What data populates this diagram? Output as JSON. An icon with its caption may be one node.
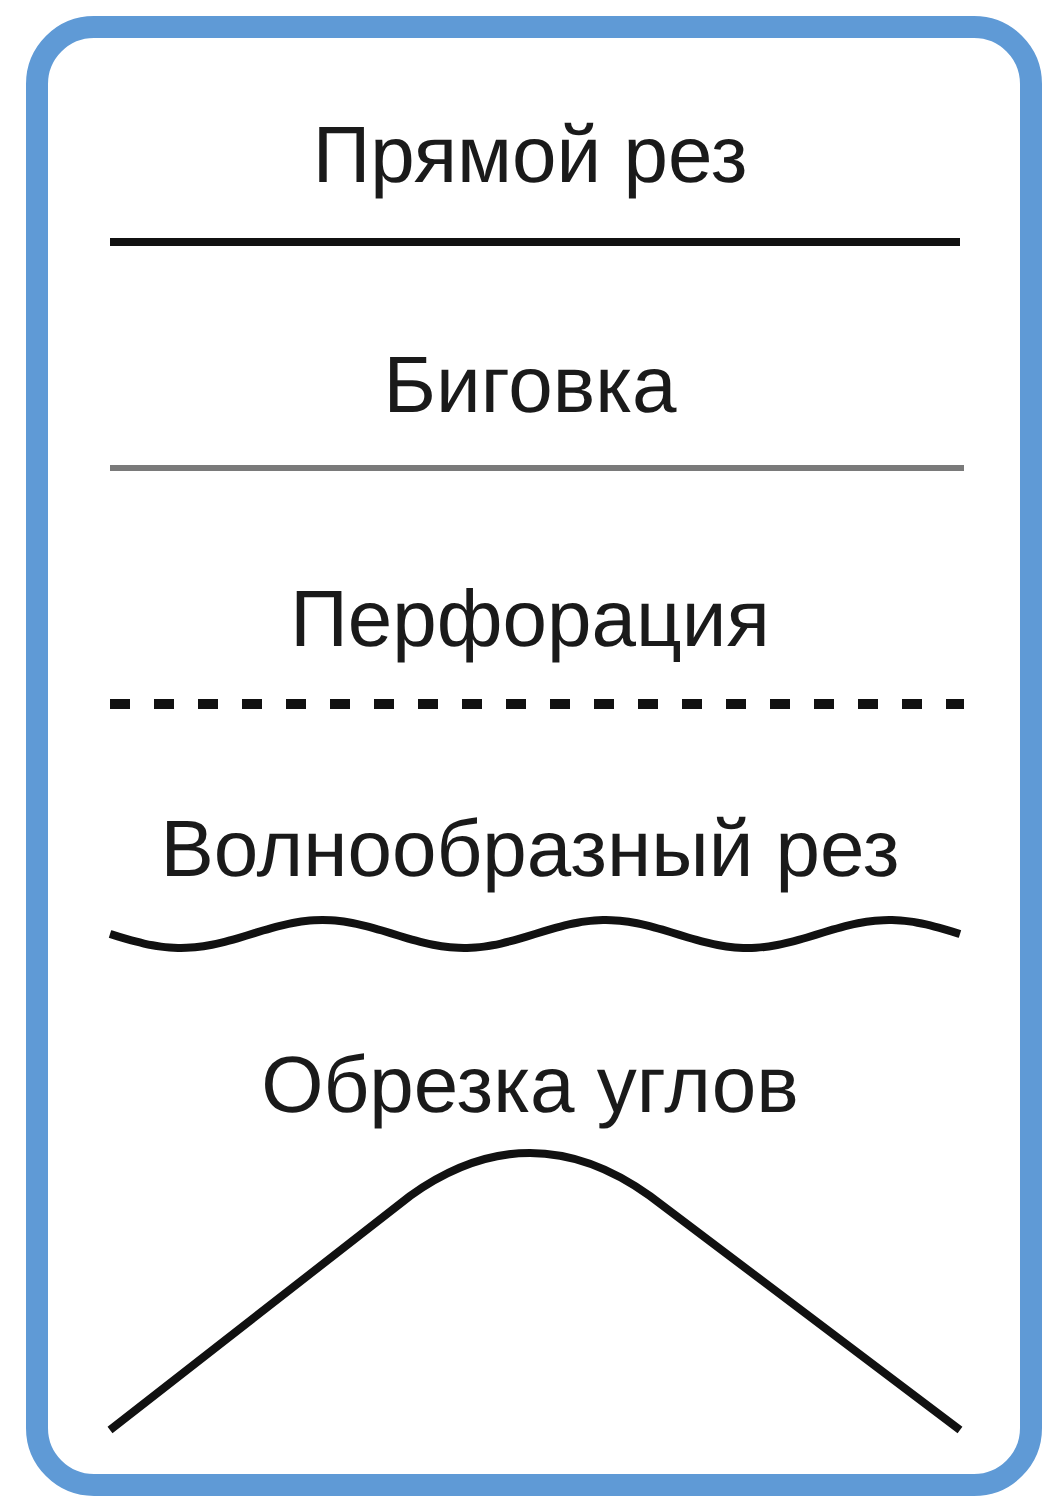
{
  "diagram": {
    "legend": [
      {
        "text": "Прямой рез"
      },
      {
        "text": "Биговка"
      },
      {
        "text": "Перфорация"
      },
      {
        "text": "Волнообразный рез"
      },
      {
        "text": "Обрезка углов"
      }
    ]
  }
}
